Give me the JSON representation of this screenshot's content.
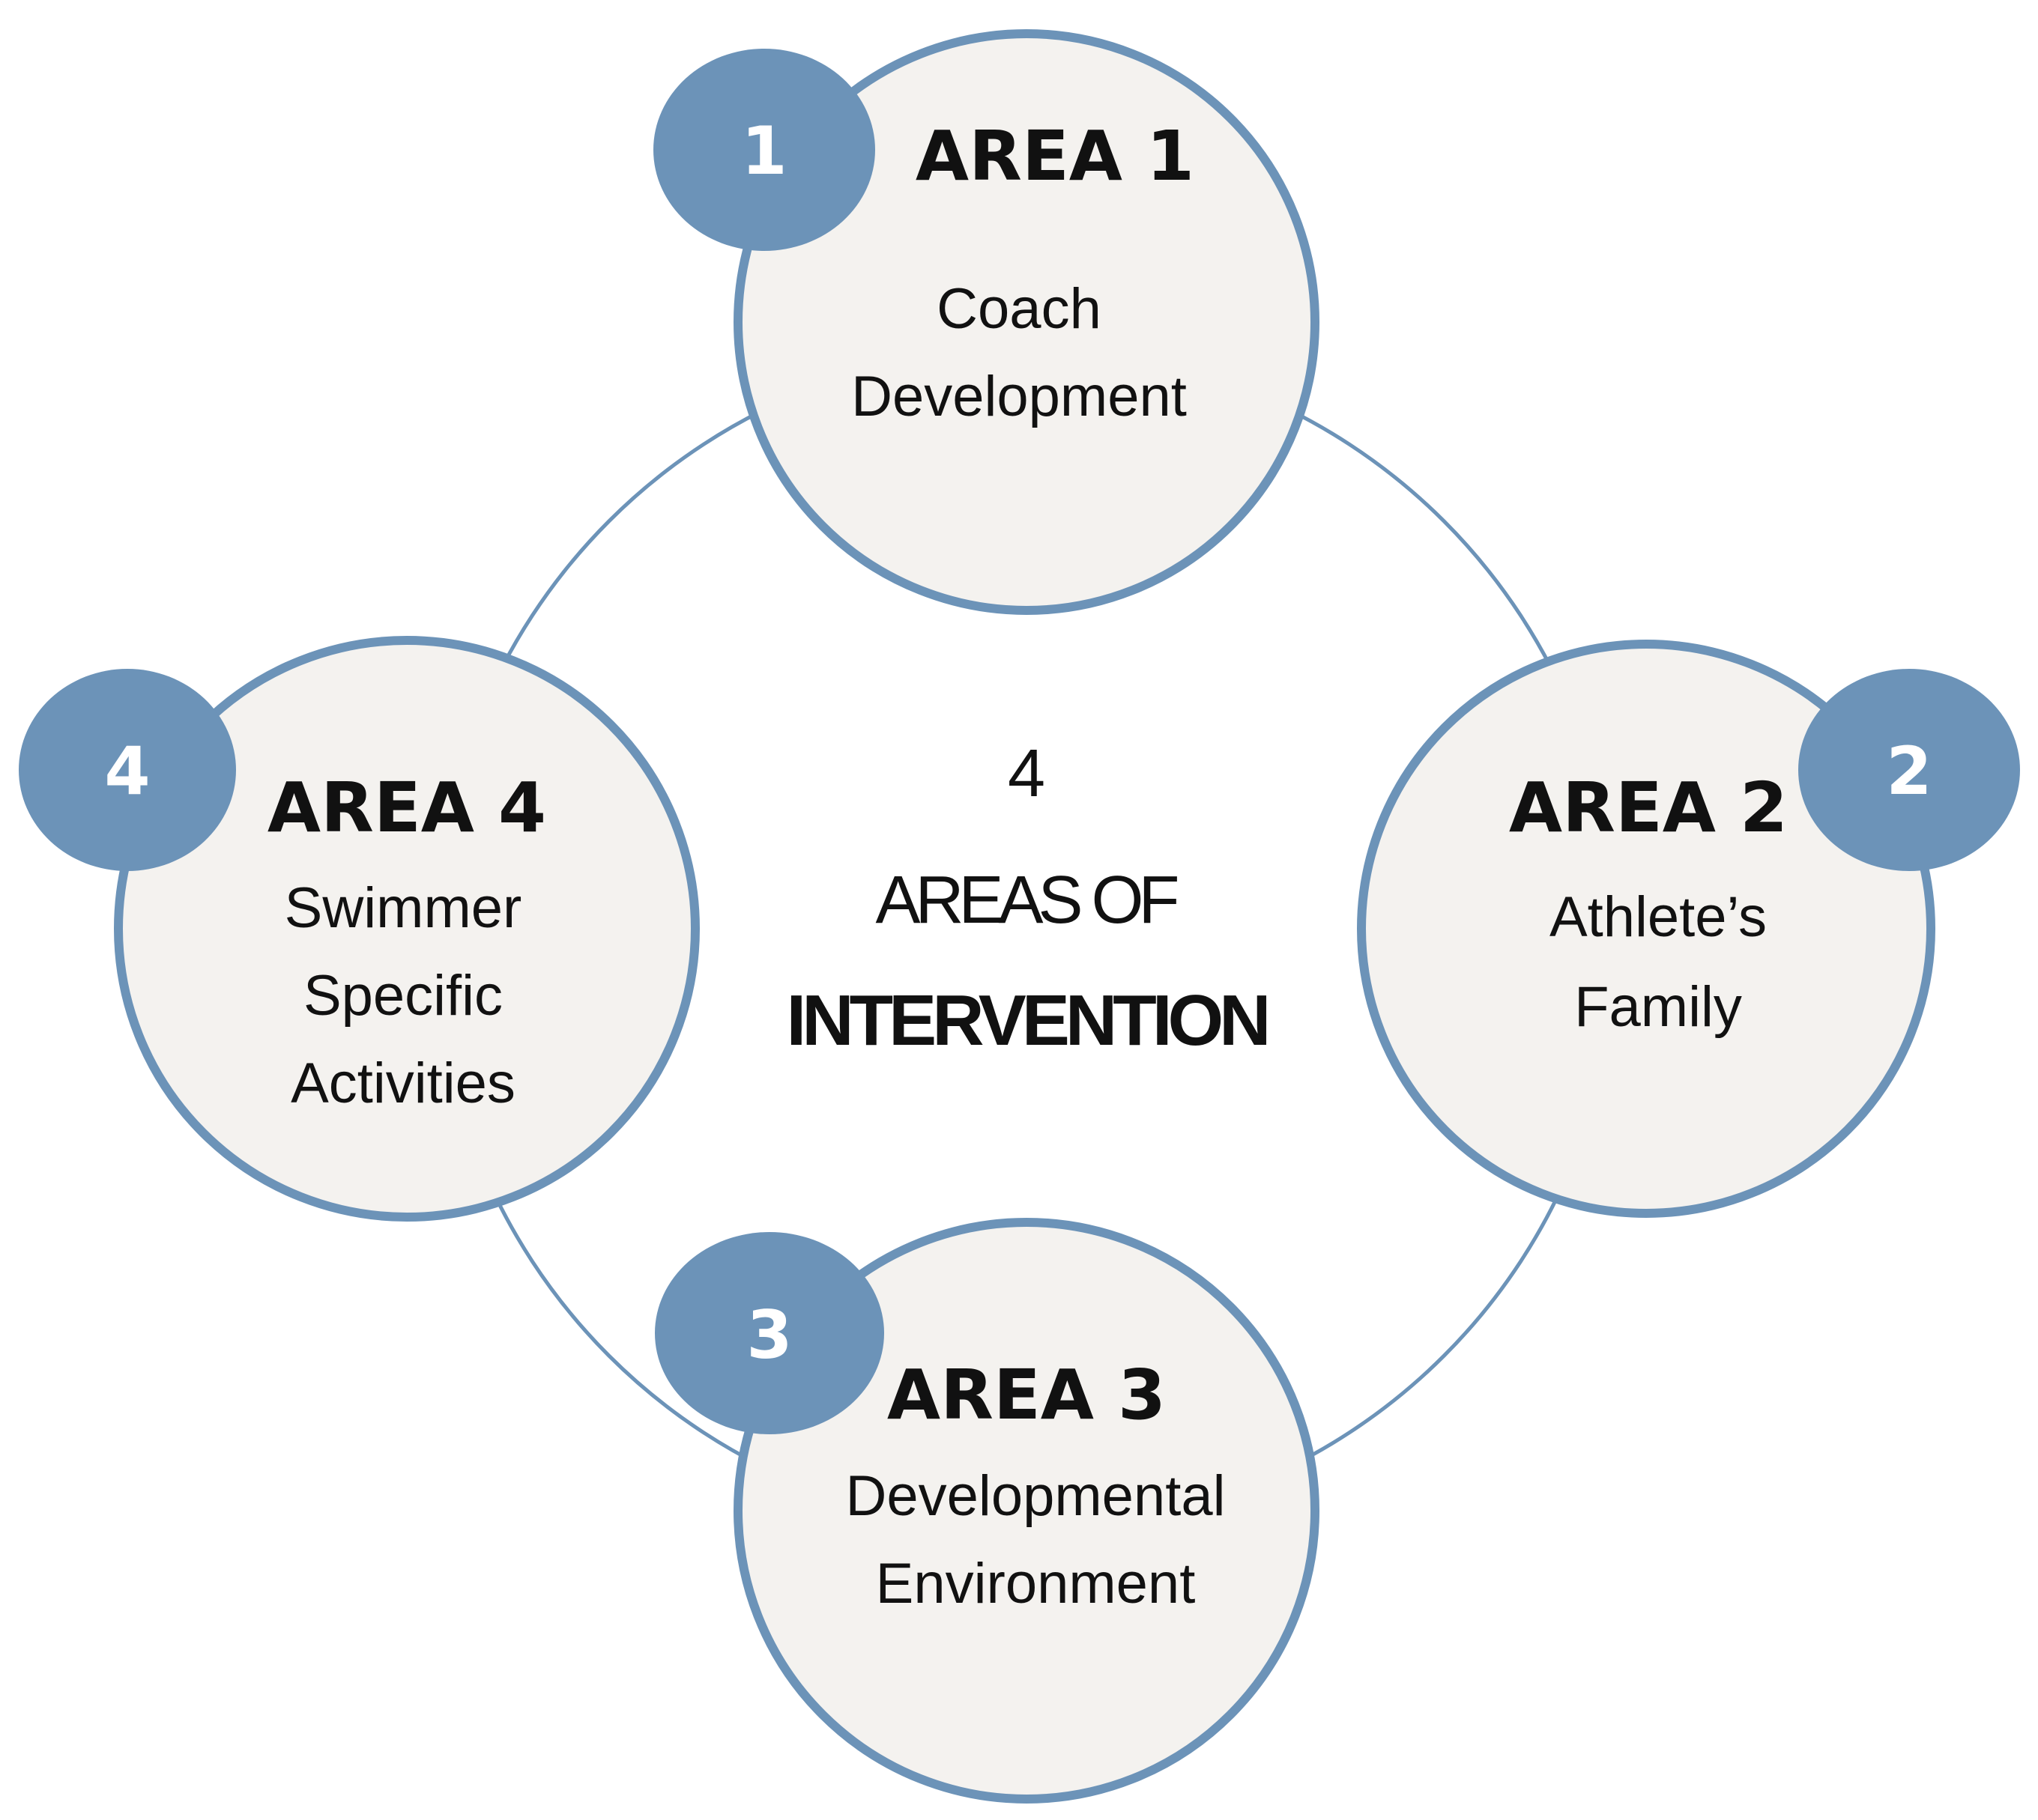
{
  "center": {
    "number": "4",
    "line1": "AREAS OF",
    "line2": "INTERVENTION"
  },
  "areas": [
    {
      "badge": "1",
      "title": "AREA 1",
      "lines": [
        "Coach",
        "Development"
      ]
    },
    {
      "badge": "2",
      "title": "AREA 2",
      "lines": [
        "Athlete’s",
        "Family"
      ]
    },
    {
      "badge": "3",
      "title": "AREA 3",
      "lines": [
        "Developmental",
        "Environment"
      ]
    },
    {
      "badge": "4",
      "title": "AREA 4",
      "lines": [
        "Swimmer",
        "Specific",
        "Activities"
      ]
    }
  ],
  "colors": {
    "accent": "#6c93b8",
    "node_fill": "#f4f2ef",
    "text": "#111111",
    "background": "#ffffff"
  }
}
